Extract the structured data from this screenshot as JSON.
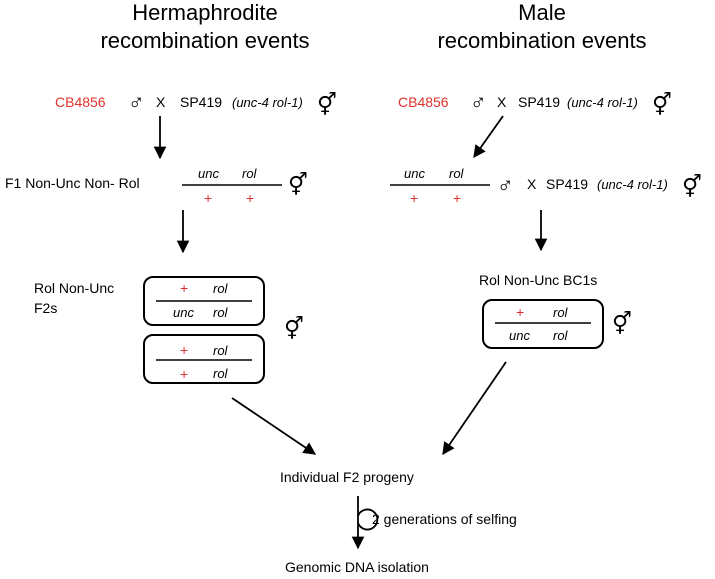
{
  "headings": {
    "herm_line1": "Hermaphrodite",
    "herm_line2": "recombination events",
    "male_line1": "Male",
    "male_line2": "recombination events"
  },
  "symbols": {
    "male": "♂",
    "herm": "⚥",
    "cross": "X"
  },
  "strains": {
    "cb": "CB4856",
    "sp": "SP419",
    "sp_genotype": "(unc-4 rol-1)"
  },
  "alleles": {
    "unc": "unc",
    "rol": "rol",
    "wt": "+"
  },
  "labels": {
    "f1": "F1  Non-Unc Non- Rol",
    "rol_nonunc_1": "Rol Non-Unc",
    "f2s": "F2s",
    "bc1s": "Rol Non-Unc BC1s",
    "f2_progeny": "Individual F2 progeny",
    "selfing": "2 generations of selfing",
    "dna": "Genomic DNA isolation"
  },
  "colors": {
    "wild_type": "#e0322d",
    "strain_name": "#e0322d",
    "line": "#000000"
  }
}
